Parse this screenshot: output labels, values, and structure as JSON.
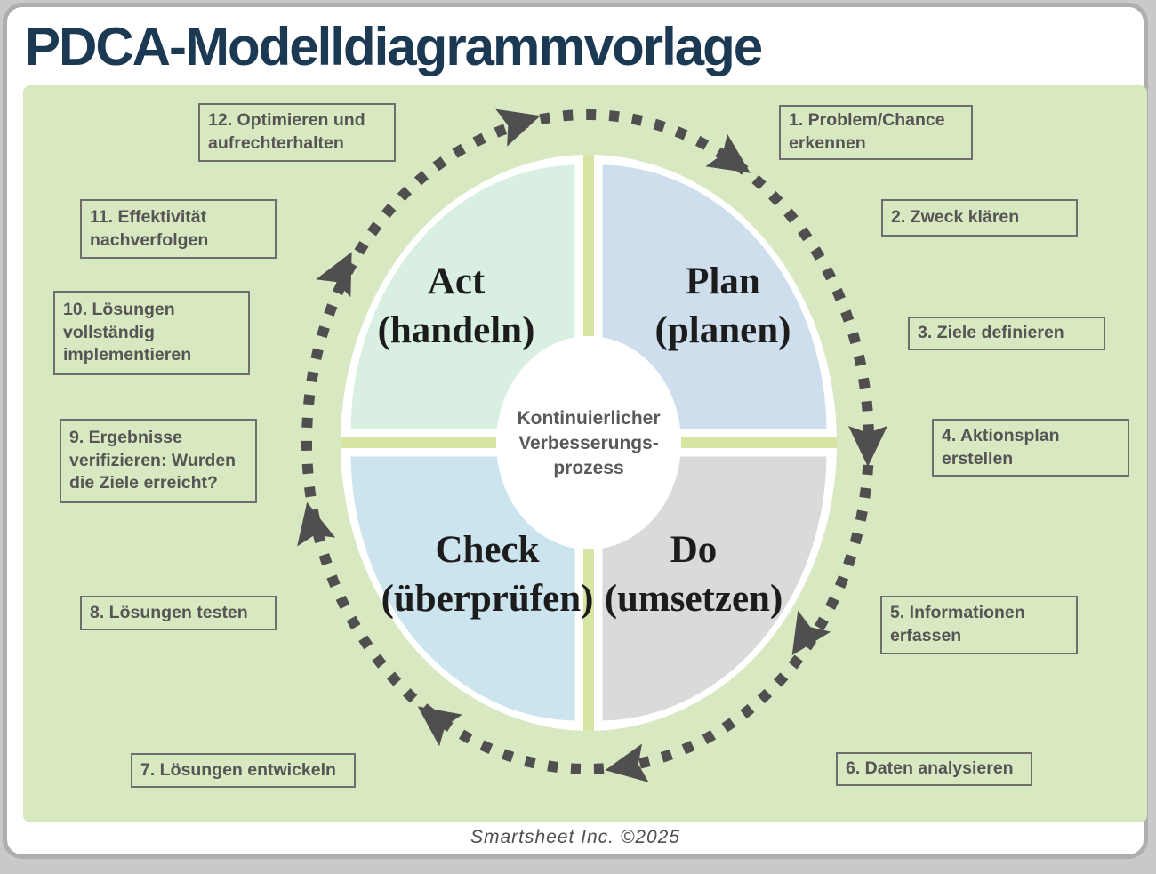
{
  "title": "PDCA-Modelldiagrammvorlage",
  "footer": "Smartsheet Inc. ©2025",
  "colors": {
    "title-navy": "#1b3952",
    "panel-green": "#d8e8c0",
    "strip-green": "#d7e5a2",
    "arrow-gray": "#4f4f4f",
    "box-border": "#6e6e6e",
    "box-text": "#555555",
    "quad-label": "#1c1c1c",
    "center-text": "#595959",
    "card-border": "#aeaeae",
    "white": "#ffffff"
  },
  "diagram": {
    "center": {
      "line1": "Kontinuierlicher",
      "line2": "Verbesserungs-",
      "line3": "prozess"
    },
    "quadrants": [
      {
        "id": "act",
        "label": "Act",
        "sub": "(handeln)",
        "color": "#d8efe2"
      },
      {
        "id": "plan",
        "label": "Plan",
        "sub": "(planen)",
        "color": "#cedeed"
      },
      {
        "id": "check",
        "label": "Check",
        "sub": "(überprüfen)",
        "color": "#cbe4ee"
      },
      {
        "id": "do",
        "label": "Do",
        "sub": "(umsetzen)",
        "color": "#dadada"
      }
    ],
    "steps": [
      {
        "label": "1. Problem/Chance erkennen"
      },
      {
        "label": "2. Zweck klären"
      },
      {
        "label": "3. Ziele definieren"
      },
      {
        "label": "4. Aktionsplan erstellen"
      },
      {
        "label": "5. Informationen erfassen"
      },
      {
        "label": "6. Daten analysieren"
      },
      {
        "label": "7. Lösungen entwickeln"
      },
      {
        "label": "8. Lösungen testen"
      },
      {
        "label": "9. Ergebnisse verifizieren: Wurden die Ziele erreicht?"
      },
      {
        "label": "10. Lösungen vollständig implementieren"
      },
      {
        "label": "11. Effektivität nachverfolgen"
      },
      {
        "label": "12. Optimieren und aufrechterhalten"
      }
    ]
  }
}
